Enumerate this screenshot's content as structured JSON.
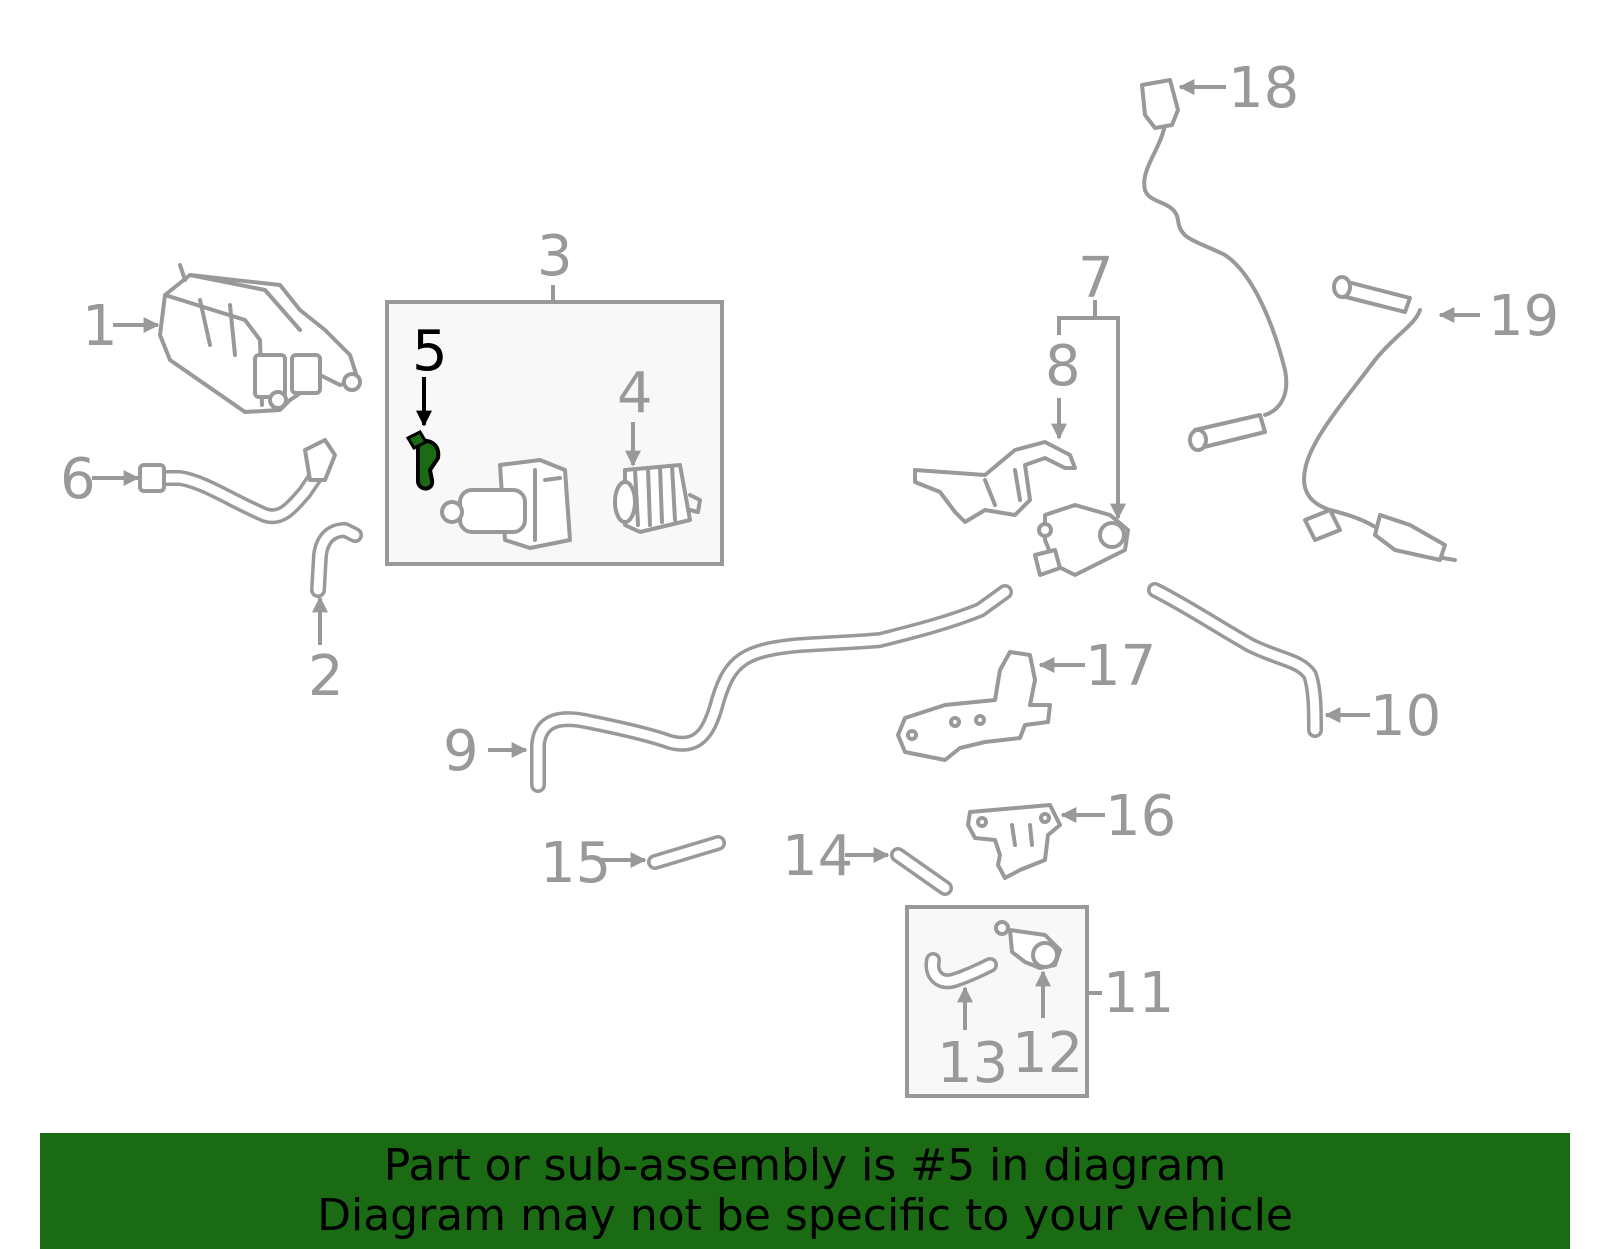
{
  "diagram": {
    "highlight_color": "#1a6b14",
    "part_color": "#999999",
    "callouts": [
      "1",
      "2",
      "3",
      "4",
      "5",
      "6",
      "7",
      "8",
      "9",
      "10",
      "11",
      "12",
      "13",
      "14",
      "15",
      "16",
      "17",
      "18",
      "19"
    ],
    "highlighted_callout": "5"
  },
  "banner": {
    "line1": "Part or sub-assembly is #5 in diagram",
    "line2": "Diagram may not be specific to your vehicle",
    "background": "#1a6b14"
  }
}
